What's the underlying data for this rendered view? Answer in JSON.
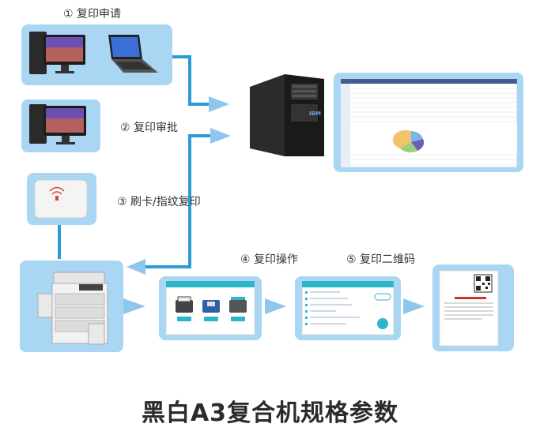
{
  "steps": {
    "step1": "① 复印申请",
    "step2": "② 复印审批",
    "step3": "③ 刷卡/指纹复印",
    "step4": "④ 复印操作",
    "step5": "⑤ 复印二维码"
  },
  "title": "黑白A3复合机规格参数",
  "server_brand": "IBM",
  "colors": {
    "panel": "#a9d6f2",
    "arrow": "#2b9bd8",
    "title": "#2b2b2b"
  }
}
